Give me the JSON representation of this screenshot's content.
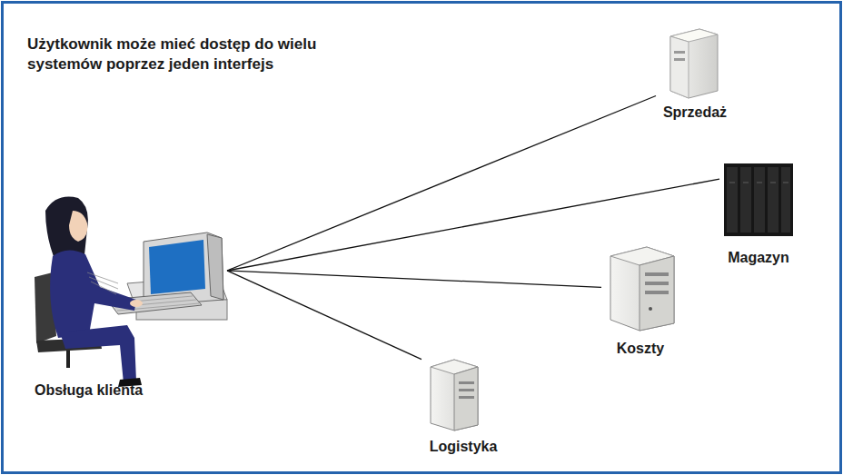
{
  "diagram": {
    "title": "Użytkownik może mieć dostęp do wielu systemów poprzez jeden interfejs",
    "nodes": [
      {
        "text": [
          "Obsługa klienta"
        ]
      },
      {
        "text": [
          "Sprzedaż"
        ]
      },
      {
        "text": [
          "Magazyn"
        ]
      },
      {
        "text": [
          "Koszty"
        ]
      },
      {
        "text": [
          "Logistyka"
        ]
      }
    ],
    "edges": [
      {
        "from": 0,
        "to": 1,
        "arrow": "none"
      },
      {
        "from": 0,
        "to": 2,
        "arrow": "none"
      },
      {
        "from": 0,
        "to": 3,
        "arrow": "none"
      },
      {
        "from": 0,
        "to": 4,
        "arrow": "none"
      }
    ]
  }
}
